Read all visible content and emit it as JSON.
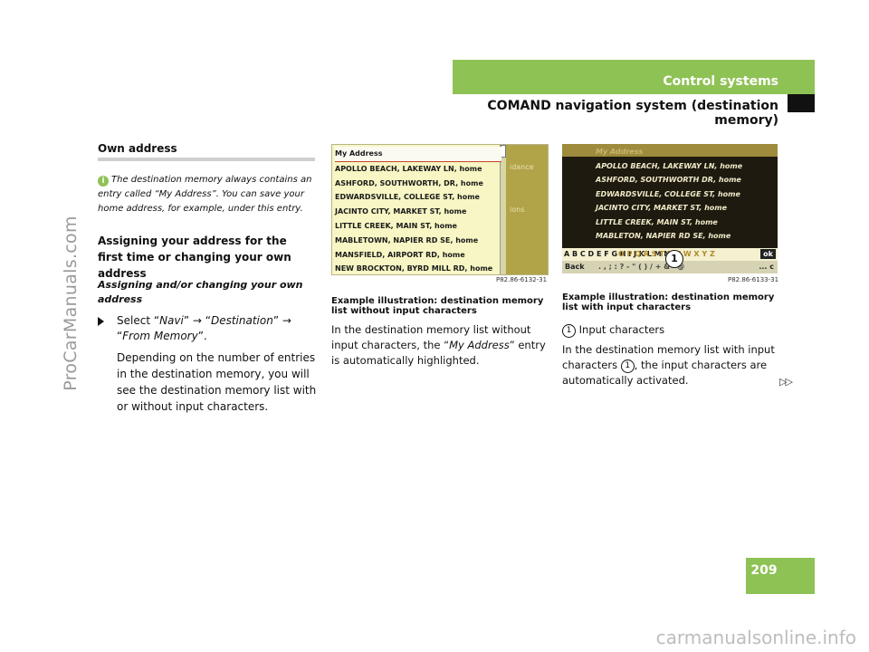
{
  "header": {
    "section": "Control systems",
    "subtitle": "COMAND navigation system (destination memory)"
  },
  "side_brand": "ProCarManuals.com",
  "left": {
    "section_title": "Own address",
    "note": "The destination memory always contains an entry called “My Address”. You can save your home address, for example, under this entry.",
    "heading": "Assigning your address for the first time or changing your own address",
    "subheading": "Assigning and/or changing your own address",
    "step_prefix": "Select “",
    "step_navi": "Navi",
    "step_mid1": "” → “",
    "step_dest": "Destination",
    "step_mid2": "” → “",
    "step_mem": "From Memory",
    "step_end": "”.",
    "paragraph": "Depending on the number of entries in the destination memory, you will see the destination memory list with or without input characters."
  },
  "screen1": {
    "title": "My Address",
    "items": [
      "APOLLO BEACH, LAKEWAY LN, home",
      "ASHFORD, SOUTHWORTH, DR, home",
      "EDWARDSVILLE, COLLEGE ST, home",
      "JACINTO CITY, MARKET ST, home",
      "LITTLE CREEK, MAIN ST, home",
      "MABLETOWN, NAPIER RD SE, home",
      "MANSFIELD, AIRPORT RD, home",
      "NEW BROCKTON, BYRD MILL RD, home"
    ],
    "side_1": "idance",
    "side_2": "ions",
    "code": "P82.86-6132-31"
  },
  "screen2": {
    "title": "My Address",
    "items": [
      "APOLLO BEACH, LAKEWAY LN, home",
      "ASHFORD, SOUTHWORTH DR, home",
      "EDWARDSVILLE, COLLEGE ST, home",
      "JACINTO CITY, MARKET ST, home",
      "LITTLE CREEK, MAIN ST, home",
      "MABLETON, NAPIER RD SE, home"
    ],
    "alphabet_dark": "A B C D E F G H I J K L M N",
    "alphabet_light": "O P Q R S T U V W X Y Z",
    "ok": "ok",
    "back": "Back",
    "symbols": ". , ; : ? - \" ( ) / + & ' @",
    "back_right": "... c",
    "callout": "1",
    "code": "P82.86-6133-31"
  },
  "captions": {
    "cap1": "Example illustration: destination memory list without input characters",
    "text1_a": "In the destination memory list without input characters, the “",
    "text1_em": "My Address",
    "text1_b": "” entry is automatically highlighted.",
    "cap2": "Example illustration: destination memory list with input characters",
    "callout_num": "1",
    "input_label": "Input characters",
    "text2_a": "In the destination memory list with input characters ",
    "text2_b": ", the input characters are automatically activated.",
    "continue": "▷▷"
  },
  "page_number": "209",
  "footer_brand": "carmanualsonline.info"
}
